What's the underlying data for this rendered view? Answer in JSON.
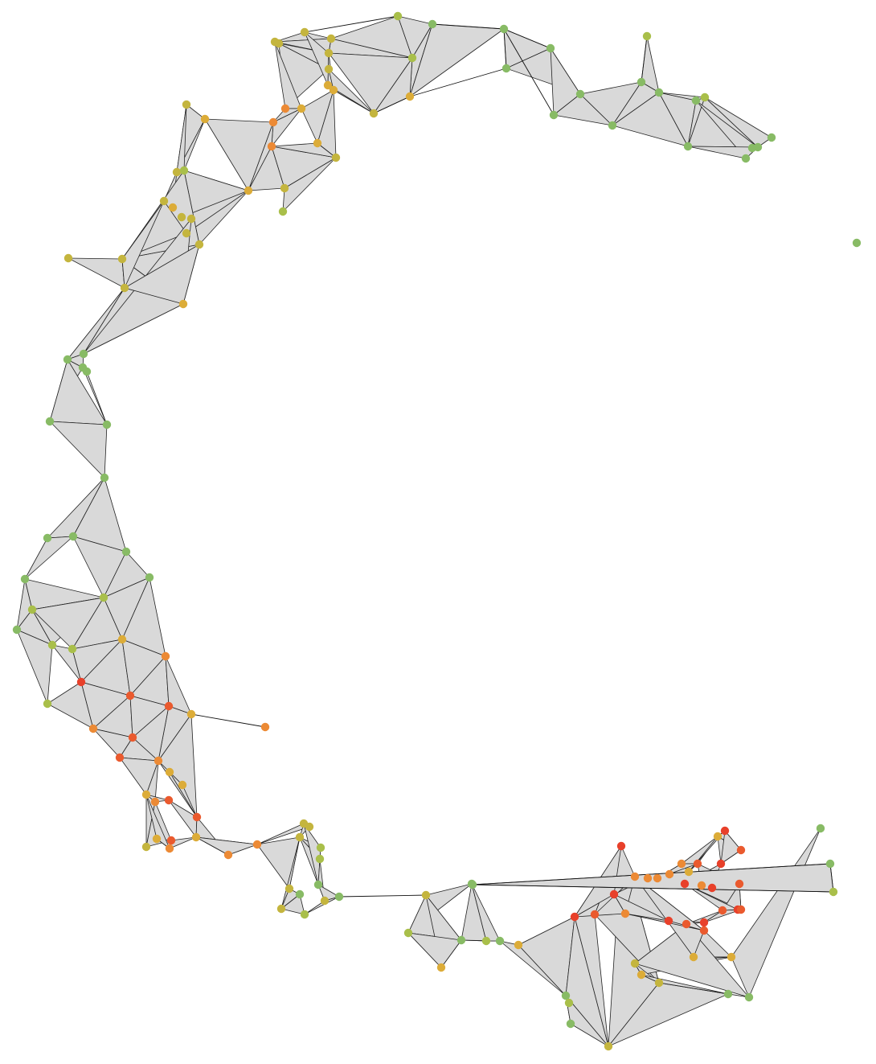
{
  "palette": {
    "red": "#e8402a",
    "orange_red": "#ea5a2e",
    "orange": "#ec8a35",
    "amber": "#dcac38",
    "olive": "#c4b53e",
    "yellow_green": "#a9bf4a",
    "green": "#88bb65",
    "face_fill": "#d9d9d9",
    "edge_color": "#111111"
  },
  "graph": {
    "description_type": "simplicial-complex",
    "nodes": [
      {
        "id": "n1",
        "c": "yellow_green"
      },
      {
        "id": "n2",
        "c": "green"
      },
      {
        "id": "n3",
        "c": "green"
      },
      {
        "id": "n4",
        "c": "green"
      },
      {
        "id": "n5",
        "c": "yellow_green"
      },
      {
        "id": "n6",
        "c": "green"
      },
      {
        "id": "n7",
        "c": "yellow_green"
      },
      {
        "id": "n8",
        "c": "green"
      },
      {
        "id": "n9",
        "c": "green"
      },
      {
        "id": "n10",
        "c": "green"
      },
      {
        "id": "n11",
        "c": "yellow_green"
      },
      {
        "id": "n12",
        "c": "green"
      },
      {
        "id": "n13",
        "c": "green"
      },
      {
        "id": "n14",
        "c": "green"
      },
      {
        "id": "n15",
        "c": "green"
      },
      {
        "id": "n16",
        "c": "green"
      },
      {
        "id": "n17",
        "c": "green"
      },
      {
        "id": "n18",
        "c": "green"
      },
      {
        "id": "n19",
        "c": "green"
      },
      {
        "id": "n20",
        "c": "green"
      },
      {
        "id": "n21",
        "c": "olive"
      },
      {
        "id": "n22",
        "c": "olive"
      },
      {
        "id": "n23",
        "c": "olive"
      },
      {
        "id": "n24",
        "c": "olive"
      },
      {
        "id": "n25",
        "c": "olive"
      },
      {
        "id": "n26",
        "c": "olive"
      },
      {
        "id": "n27",
        "c": "amber"
      },
      {
        "id": "n28",
        "c": "amber"
      },
      {
        "id": "n29",
        "c": "orange"
      },
      {
        "id": "n30",
        "c": "amber"
      },
      {
        "id": "n31",
        "c": "orange"
      },
      {
        "id": "n32",
        "c": "orange"
      },
      {
        "id": "n33",
        "c": "amber"
      },
      {
        "id": "n34",
        "c": "olive"
      },
      {
        "id": "n35",
        "c": "olive"
      },
      {
        "id": "n36",
        "c": "yellow_green"
      },
      {
        "id": "n37",
        "c": "olive"
      },
      {
        "id": "n38",
        "c": "amber"
      },
      {
        "id": "n39",
        "c": "amber"
      },
      {
        "id": "n40",
        "c": "amber"
      },
      {
        "id": "n41",
        "c": "olive"
      },
      {
        "id": "n42",
        "c": "olive"
      },
      {
        "id": "n43",
        "c": "yellow_green"
      },
      {
        "id": "n44",
        "c": "olive"
      },
      {
        "id": "n45",
        "c": "amber"
      },
      {
        "id": "n46",
        "c": "olive"
      },
      {
        "id": "n47",
        "c": "olive"
      },
      {
        "id": "n48",
        "c": "olive"
      },
      {
        "id": "n49",
        "c": "olive"
      },
      {
        "id": "n50",
        "c": "olive"
      },
      {
        "id": "n51",
        "c": "olive"
      },
      {
        "id": "n52",
        "c": "amber"
      },
      {
        "id": "n53",
        "c": "olive"
      },
      {
        "id": "n54",
        "c": "green"
      },
      {
        "id": "n55",
        "c": "green"
      },
      {
        "id": "n56",
        "c": "green"
      },
      {
        "id": "n57",
        "c": "green"
      },
      {
        "id": "n58",
        "c": "green"
      },
      {
        "id": "n59",
        "c": "green"
      },
      {
        "id": "n60",
        "c": "green"
      },
      {
        "id": "n61",
        "c": "green"
      },
      {
        "id": "n62",
        "c": "green"
      },
      {
        "id": "n63",
        "c": "green"
      },
      {
        "id": "n64",
        "c": "green"
      },
      {
        "id": "n65",
        "c": "yellow_green"
      },
      {
        "id": "n66",
        "c": "green"
      },
      {
        "id": "n67",
        "c": "yellow_green"
      },
      {
        "id": "n68",
        "c": "green"
      },
      {
        "id": "n69",
        "c": "yellow_green"
      },
      {
        "id": "n70",
        "c": "yellow_green"
      },
      {
        "id": "n71",
        "c": "amber"
      },
      {
        "id": "n72",
        "c": "orange"
      },
      {
        "id": "n73",
        "c": "red"
      },
      {
        "id": "n74",
        "c": "orange_red"
      },
      {
        "id": "n75",
        "c": "yellow_green"
      },
      {
        "id": "n76",
        "c": "orange_red"
      },
      {
        "id": "n77",
        "c": "amber"
      },
      {
        "id": "n78",
        "c": "orange"
      },
      {
        "id": "n79",
        "c": "orange"
      },
      {
        "id": "n80",
        "c": "orange_red"
      },
      {
        "id": "n81",
        "c": "orange_red"
      },
      {
        "id": "n82",
        "c": "orange"
      },
      {
        "id": "n83",
        "c": "amber"
      },
      {
        "id": "n84",
        "c": "amber"
      },
      {
        "id": "n85",
        "c": "orange_red"
      },
      {
        "id": "n86",
        "c": "amber"
      },
      {
        "id": "n87",
        "c": "orange"
      },
      {
        "id": "n88",
        "c": "orange_red"
      },
      {
        "id": "n89",
        "c": "amber"
      },
      {
        "id": "n90",
        "c": "orange_red"
      },
      {
        "id": "n91",
        "c": "olive"
      },
      {
        "id": "n92",
        "c": "orange"
      },
      {
        "id": "n93",
        "c": "amber"
      },
      {
        "id": "n94",
        "c": "orange"
      },
      {
        "id": "n95",
        "c": "orange"
      },
      {
        "id": "n96",
        "c": "olive"
      },
      {
        "id": "n97",
        "c": "olive"
      },
      {
        "id": "n98",
        "c": "olive"
      },
      {
        "id": "n99",
        "c": "yellow_green"
      },
      {
        "id": "n100",
        "c": "yellow_green"
      },
      {
        "id": "n101",
        "c": "green"
      },
      {
        "id": "n102",
        "c": "olive"
      },
      {
        "id": "n103",
        "c": "green"
      },
      {
        "id": "n104",
        "c": "olive"
      },
      {
        "id": "n105",
        "c": "olive"
      },
      {
        "id": "n106",
        "c": "green"
      },
      {
        "id": "n107",
        "c": "yellow_green"
      },
      {
        "id": "n108",
        "c": "olive"
      },
      {
        "id": "n109",
        "c": "green"
      },
      {
        "id": "n110",
        "c": "yellow_green"
      },
      {
        "id": "n111",
        "c": "green"
      },
      {
        "id": "n112",
        "c": "yellow_green"
      },
      {
        "id": "n113",
        "c": "green"
      },
      {
        "id": "n114",
        "c": "amber"
      },
      {
        "id": "n115",
        "c": "amber"
      },
      {
        "id": "n116",
        "c": "green"
      },
      {
        "id": "n117",
        "c": "yellow_green"
      },
      {
        "id": "n118",
        "c": "green"
      },
      {
        "id": "n119",
        "c": "olive"
      },
      {
        "id": "n120",
        "c": "red"
      },
      {
        "id": "n121",
        "c": "red"
      },
      {
        "id": "n122",
        "c": "orange_red"
      },
      {
        "id": "n123",
        "c": "red"
      },
      {
        "id": "n124",
        "c": "orange"
      },
      {
        "id": "n125",
        "c": "orange"
      },
      {
        "id": "n126",
        "c": "orange"
      },
      {
        "id": "n127",
        "c": "orange"
      },
      {
        "id": "n128",
        "c": "orange"
      },
      {
        "id": "n129",
        "c": "orange"
      },
      {
        "id": "n130",
        "c": "amber"
      },
      {
        "id": "n131",
        "c": "amber"
      },
      {
        "id": "n132",
        "c": "red"
      },
      {
        "id": "n133",
        "c": "orange_red"
      },
      {
        "id": "n134",
        "c": "red"
      },
      {
        "id": "n135",
        "c": "orange_red"
      },
      {
        "id": "n136",
        "c": "orange"
      },
      {
        "id": "n137",
        "c": "red"
      },
      {
        "id": "n138",
        "c": "red"
      },
      {
        "id": "n139",
        "c": "orange_red"
      },
      {
        "id": "n140",
        "c": "red"
      },
      {
        "id": "n141",
        "c": "orange_red"
      },
      {
        "id": "n142",
        "c": "orange_red"
      },
      {
        "id": "n143",
        "c": "red"
      },
      {
        "id": "n144",
        "c": "orange_red"
      },
      {
        "id": "n145",
        "c": "red"
      },
      {
        "id": "n146",
        "c": "orange_red"
      },
      {
        "id": "n147",
        "c": "amber"
      },
      {
        "id": "n148",
        "c": "amber"
      },
      {
        "id": "n149",
        "c": "olive"
      },
      {
        "id": "n150",
        "c": "amber"
      },
      {
        "id": "n151",
        "c": "olive"
      },
      {
        "id": "n152",
        "c": "green"
      },
      {
        "id": "n153",
        "c": "green"
      },
      {
        "id": "n154",
        "c": "green"
      },
      {
        "id": "n155",
        "c": "green"
      },
      {
        "id": "n156",
        "c": "yellow_green"
      },
      {
        "id": "n157",
        "c": "green"
      }
    ]
  }
}
